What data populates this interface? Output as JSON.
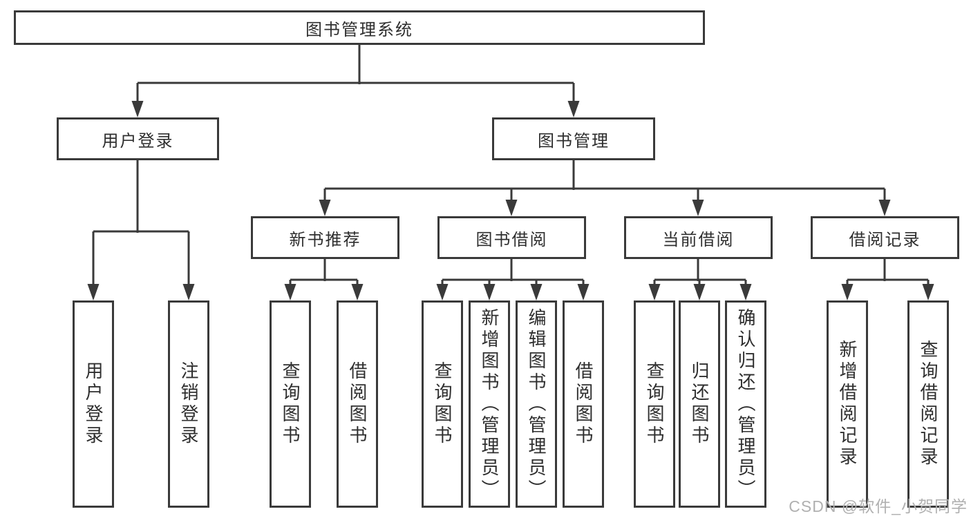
{
  "diagram": {
    "root": {
      "label": "图书管理系统"
    },
    "level2": [
      {
        "label": "用户登录"
      },
      {
        "label": "图书管理"
      }
    ],
    "level3": [
      {
        "label": "新书推荐"
      },
      {
        "label": "图书借阅"
      },
      {
        "label": "当前借阅"
      },
      {
        "label": "借阅记录"
      }
    ],
    "leaves": {
      "user": [
        "用户登录",
        "注销登录"
      ],
      "recommend": [
        "查询图书",
        "借阅图书"
      ],
      "borrow": [
        "查询图书",
        "新增图书（管理员）",
        "编辑图书（管理员）",
        "借阅图书"
      ],
      "current": [
        "查询图书",
        "归还图书",
        "确认归还（管理员）"
      ],
      "records": [
        "新增借阅记录",
        "查询借阅记录"
      ]
    },
    "watermark": "CSDN @软件_小贺同学",
    "colors": {
      "line": "#3a3a3a",
      "text": "#2e2e2e",
      "background": "#ffffff",
      "watermark": "#b0b0b0"
    }
  }
}
